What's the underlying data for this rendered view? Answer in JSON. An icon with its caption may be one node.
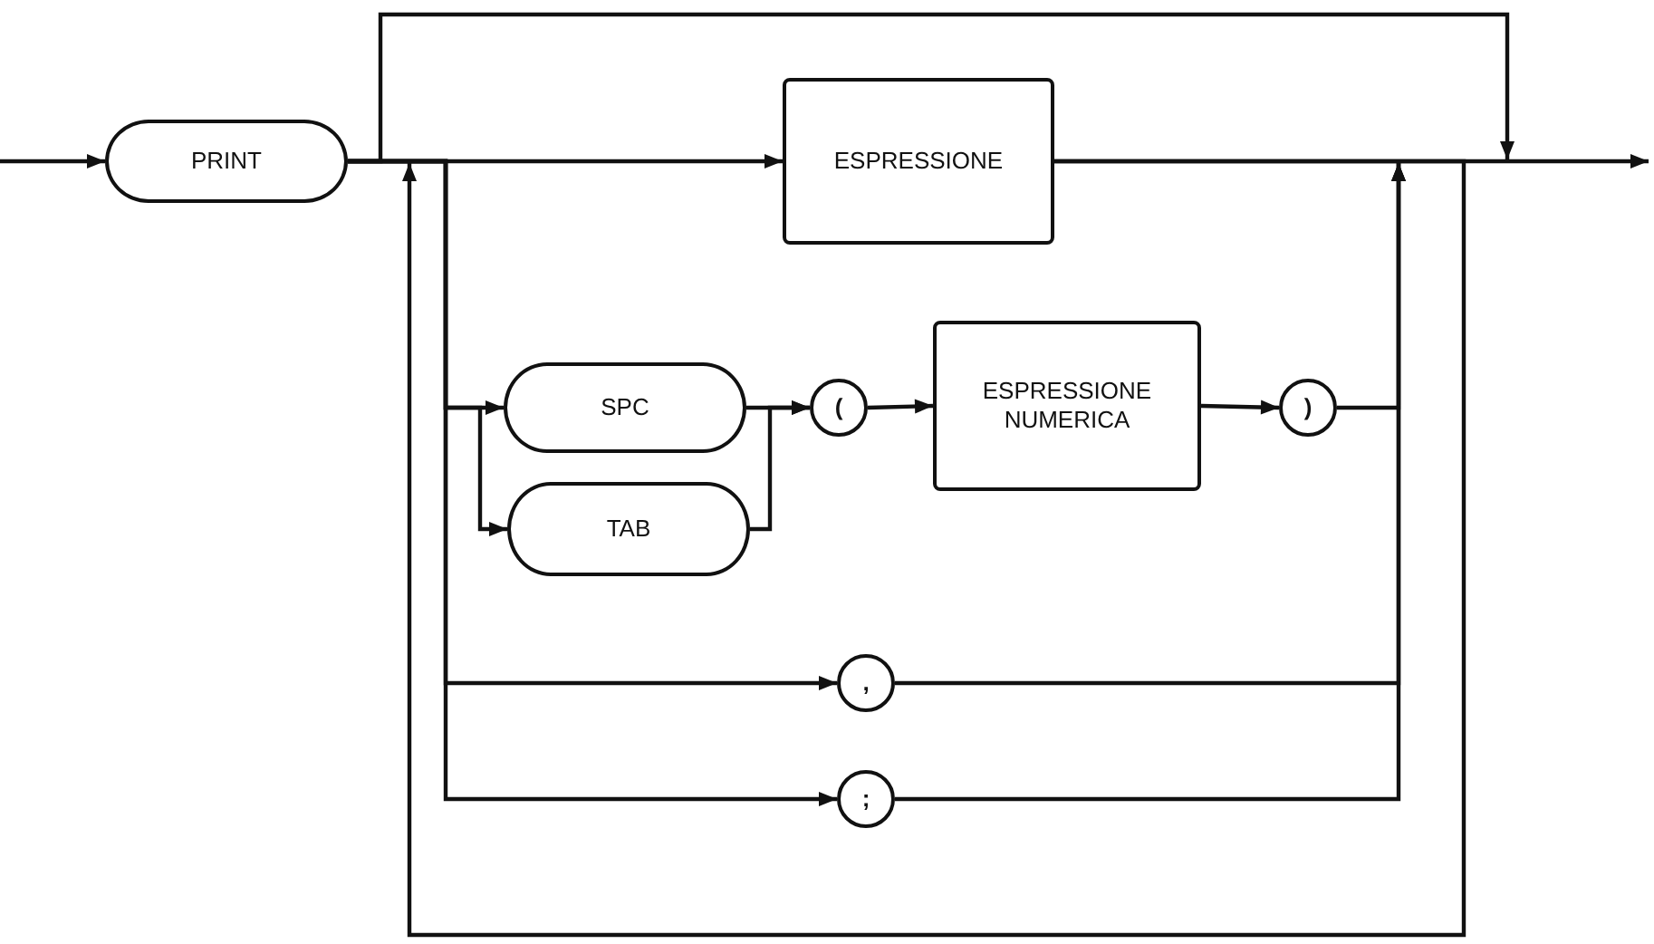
{
  "diagram": {
    "nodes": [
      {
        "text": [
          "PRINT"
        ]
      },
      {
        "text": [
          "ESPRESSIONE"
        ]
      },
      {
        "text": [
          "SPC"
        ]
      },
      {
        "text": [
          "TAB"
        ]
      },
      {
        "text": [
          "("
        ]
      },
      {
        "text": [
          "ESPRESSIONE NUMERICA"
        ]
      },
      {
        "text": [
          ")"
        ]
      },
      {
        "text": [
          ","
        ]
      },
      {
        "text": [
          ";"
        ]
      }
    ],
    "edges": [
      {
        "from": null,
        "to": 0,
        "arrow": "to"
      },
      {
        "from": 0,
        "to": 1,
        "arrow": "to"
      },
      {
        "from": 0,
        "to": 2,
        "arrow": "to"
      },
      {
        "from": 0,
        "to": 3,
        "arrow": "to"
      },
      {
        "from": 0,
        "to": 7,
        "arrow": "to"
      },
      {
        "from": 0,
        "to": 8,
        "arrow": "to"
      },
      {
        "from": 0,
        "to": null,
        "arrow": "to"
      },
      {
        "from": 1,
        "to": null,
        "arrow": "to"
      },
      {
        "from": 2,
        "to": 4,
        "arrow": "to"
      },
      {
        "from": 3,
        "to": 4,
        "arrow": "to"
      },
      {
        "from": 4,
        "to": 5,
        "arrow": "to"
      },
      {
        "from": 5,
        "to": 6,
        "arrow": "to"
      },
      {
        "from": 6,
        "to": null,
        "arrow": "to"
      },
      {
        "from": 7,
        "to": null,
        "arrow": "to"
      },
      {
        "from": 8,
        "to": null,
        "arrow": "to"
      },
      {
        "from": 1,
        "to": null,
        "arrow": "to"
      }
    ]
  }
}
